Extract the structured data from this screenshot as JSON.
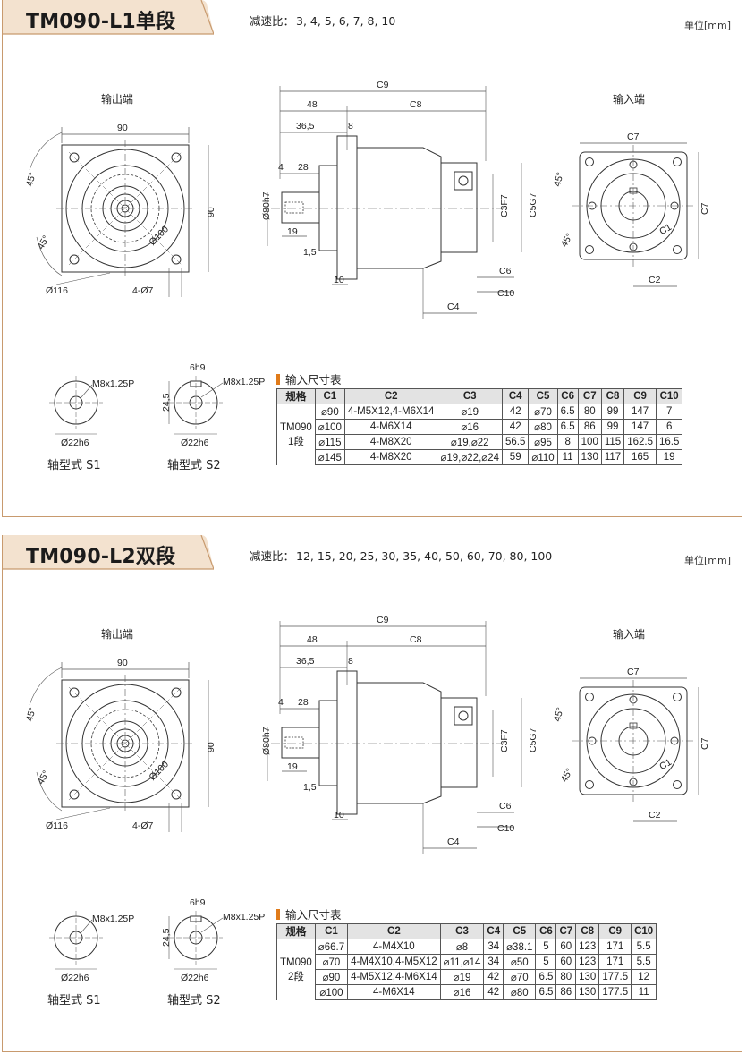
{
  "sections": [
    {
      "title": "TM090-L1单段",
      "ratio_label": "减速比：",
      "ratio_values": "3, 4, 5, 6, 7, 8, 10",
      "unit": "单位[mm]",
      "output_label": "输出端",
      "input_label": "输入端",
      "dims": {
        "d90": "90",
        "d90v": "90",
        "d100": "Ø100",
        "d116": "Ø116",
        "d4o7": "4-Ø7",
        "a45a": "45°",
        "a45b": "45°",
        "C9": "C9",
        "d48": "48",
        "C8": "C8",
        "d365": "36,5",
        "d8": "8",
        "d4": "4",
        "d28": "28",
        "d80": "Ø80h7",
        "d19": "19",
        "d15": "1,5",
        "d10": "10",
        "C3": "C3F7",
        "C5": "C5G7",
        "C6": "C6",
        "C10": "C10",
        "C4": "C4",
        "C7a": "C7",
        "C7b": "C7",
        "C1": "C1",
        "C2": "C2",
        "a45c": "45°",
        "a45d": "45°"
      },
      "shaft": {
        "s1_thread": "M8x1.25P",
        "s1_dia": "Ø22h6",
        "s1_label": "轴型式 S1",
        "s2_key": "6h9",
        "s2_thread": "M8x1.25P",
        "s2_h": "24,5",
        "s2_dia": "Ø22h6",
        "s2_label": "轴型式 S2"
      },
      "table_title": "输入尺寸表",
      "table": {
        "headers": [
          "规格",
          "C1",
          "C2",
          "C3",
          "C4",
          "C5",
          "C6",
          "C7",
          "C8",
          "C9",
          "C10"
        ],
        "model_line1": "TM090",
        "model_line2": "1段",
        "rows": [
          [
            "⌀90",
            "4-M5X12,4-M6X14",
            "⌀19",
            "42",
            "⌀70",
            "6.5",
            "80",
            "99",
            "147",
            "7"
          ],
          [
            "⌀100",
            "4-M6X14",
            "⌀16",
            "42",
            "⌀80",
            "6.5",
            "86",
            "99",
            "147",
            "6"
          ],
          [
            "⌀115",
            "4-M8X20",
            "⌀19,⌀22",
            "56.5",
            "⌀95",
            "8",
            "100",
            "115",
            "162.5",
            "16.5"
          ],
          [
            "⌀145",
            "4-M8X20",
            "⌀19,⌀22,⌀24",
            "59",
            "⌀110",
            "11",
            "130",
            "117",
            "165",
            "19"
          ]
        ]
      }
    },
    {
      "title": "TM090-L2双段",
      "ratio_label": "减速比：",
      "ratio_values": "12, 15, 20, 25, 30, 35, 40, 50, 60, 70, 80, 100",
      "unit": "单位[mm]",
      "output_label": "输出端",
      "input_label": "输入端",
      "dims": {
        "d90": "90",
        "d90v": "90",
        "d100": "Ø100",
        "d116": "Ø116",
        "d4o7": "4-Ø7",
        "a45a": "45°",
        "a45b": "45°",
        "C9": "C9",
        "d48": "48",
        "C8": "C8",
        "d365": "36,5",
        "d8": "8",
        "d4": "4",
        "d28": "28",
        "d80": "Ø80h7",
        "d19": "19",
        "d15": "1,5",
        "d10": "10",
        "C3": "C3F7",
        "C5": "C5G7",
        "C6": "C6",
        "C10": "C10",
        "C4": "C4",
        "C7a": "C7",
        "C7b": "C7",
        "C1": "C1",
        "C2": "C2",
        "a45c": "45°",
        "a45d": "45°"
      },
      "shaft": {
        "s1_thread": "M8x1.25P",
        "s1_dia": "Ø22h6",
        "s1_label": "轴型式 S1",
        "s2_key": "6h9",
        "s2_thread": "M8x1.25P",
        "s2_h": "24,5",
        "s2_dia": "Ø22h6",
        "s2_label": "轴型式 S2"
      },
      "table_title": "输入尺寸表",
      "table": {
        "headers": [
          "规格",
          "C1",
          "C2",
          "C3",
          "C4",
          "C5",
          "C6",
          "C7",
          "C8",
          "C9",
          "C10"
        ],
        "model_line1": "TM090",
        "model_line2": "2段",
        "rows": [
          [
            "⌀66.7",
            "4-M4X10",
            "⌀8",
            "34",
            "⌀38.1",
            "5",
            "60",
            "123",
            "171",
            "5.5"
          ],
          [
            "⌀70",
            "4-M4X10,4-M5X12",
            "⌀11,⌀14",
            "34",
            "⌀50",
            "5",
            "60",
            "123",
            "171",
            "5.5"
          ],
          [
            "⌀90",
            "4-M5X12,4-M6X14",
            "⌀19",
            "42",
            "⌀70",
            "6.5",
            "80",
            "130",
            "177.5",
            "12"
          ],
          [
            "⌀100",
            "4-M6X14",
            "⌀16",
            "42",
            "⌀80",
            "6.5",
            "86",
            "130",
            "177.5",
            "11"
          ]
        ]
      }
    }
  ],
  "colors": {
    "accent": "#e07b1a",
    "border": "#c89a6e",
    "header_bg": "#e3e3e3"
  }
}
